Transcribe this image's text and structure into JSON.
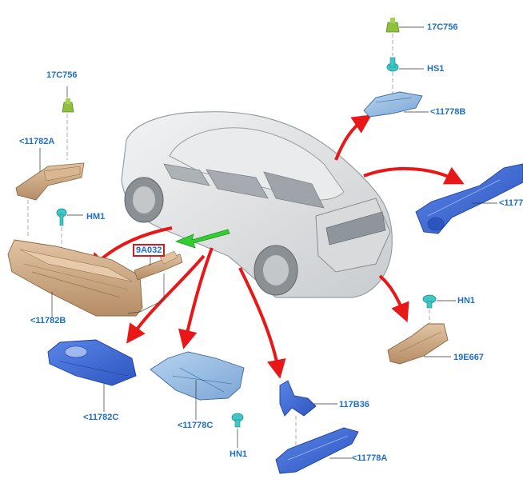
{
  "callouts": {
    "c17c756_top": "17C756",
    "hs1": "HS1",
    "c11778b": "<11778B",
    "c17c756_left": "17C756",
    "c11782a": "<11782A",
    "hm1": "HM1",
    "c9a032": "9A032",
    "c11782b": "<11782B",
    "c1177_right": "<1177",
    "hn1_right": "HN1",
    "c19e667": "19E667",
    "c11782c": "<11782C",
    "c11778c": "<11778C",
    "hn1_bottom": "HN1",
    "c117b36": "117B36",
    "c11778a": "<11778A"
  },
  "colors": {
    "label_blue": "#1f6fc4",
    "arrow_red": "#e81818",
    "arrow_green": "#33cc33",
    "highlight_box": "#d21b1b",
    "part_tan": "#c8a27c",
    "part_blue": "#3f6fd6",
    "part_lightblue": "#8fb8e0",
    "fastener_green": "#8fbf3f",
    "fastener_teal": "#3fc6c6",
    "car_grey": "#dcdedf"
  }
}
